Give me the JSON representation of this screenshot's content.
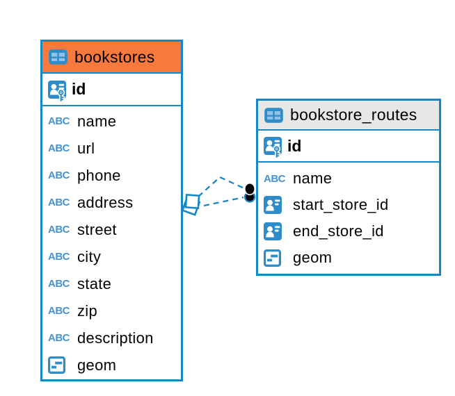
{
  "colors": {
    "accent_blue": "#1787c8",
    "icon_blue": "#2e8cc9",
    "icon_cell_blue": "#8fc2e6",
    "bookstores_header_bg": "#f8793c",
    "routes_header_bg": "#e7e7e7",
    "relation_line": "#1787c8",
    "text": "#000000"
  },
  "icons": {
    "table_icon": "2x2-grid-table",
    "primary_key_icon": "person-id-with-key",
    "id_ref_icon": "person-id-badge",
    "text_type_label": "ABC",
    "geometry_icon": "box-with-dashes",
    "relation_source_marker": "stacked-diamonds",
    "relation_target_marker": "stacked-dots"
  },
  "tables": [
    {
      "name": "bookstores",
      "keys": [
        {
          "name": "id",
          "type": "primary"
        }
      ],
      "columns": [
        {
          "name": "name",
          "type": "text"
        },
        {
          "name": "url",
          "type": "text"
        },
        {
          "name": "phone",
          "type": "text"
        },
        {
          "name": "address",
          "type": "text"
        },
        {
          "name": "street",
          "type": "text"
        },
        {
          "name": "city",
          "type": "text"
        },
        {
          "name": "state",
          "type": "text"
        },
        {
          "name": "zip",
          "type": "text"
        },
        {
          "name": "description",
          "type": "text"
        },
        {
          "name": "geom",
          "type": "geometry"
        }
      ]
    },
    {
      "name": "bookstore_routes",
      "keys": [
        {
          "name": "id",
          "type": "primary"
        }
      ],
      "columns": [
        {
          "name": "name",
          "type": "text"
        },
        {
          "name": "start_store_id",
          "type": "id_ref"
        },
        {
          "name": "end_store_id",
          "type": "id_ref"
        },
        {
          "name": "geom",
          "type": "geometry"
        }
      ]
    }
  ],
  "relationship": {
    "source_table": "bookstores",
    "target_table": "bookstore_routes",
    "line_style": "dashed",
    "link_count": 2
  }
}
